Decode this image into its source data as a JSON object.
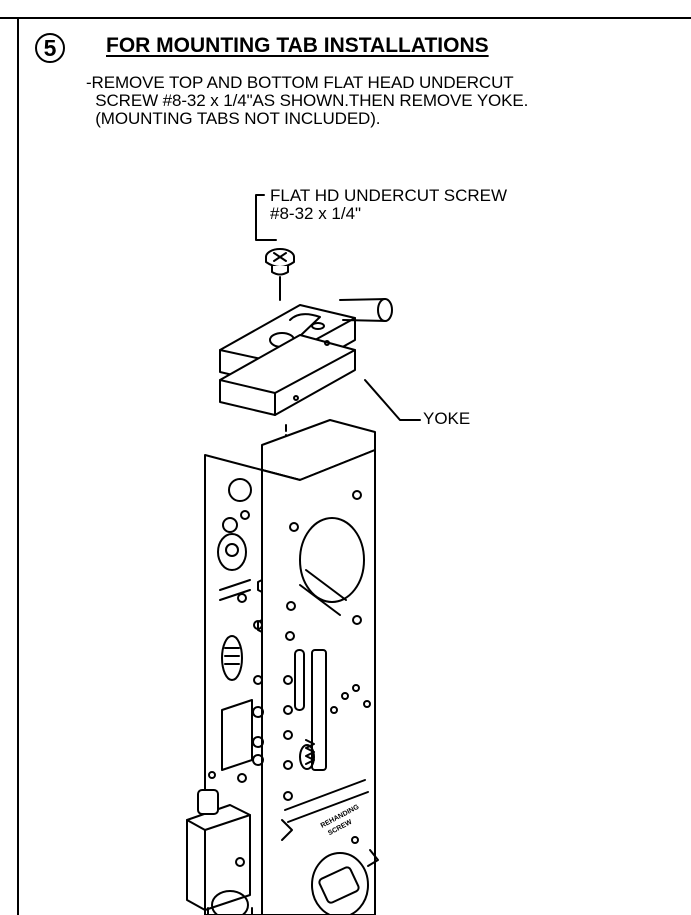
{
  "step": {
    "number": "5",
    "title": "FOR MOUNTING TAB INSTALLATIONS",
    "instructions": "-REMOVE TOP AND BOTTOM FLAT HEAD UNDERCUT\n  SCREW #8-32 x 1/4\"AS SHOWN.THEN REMOVE YOKE.\n  (MOUNTING TABS NOT INCLUDED)."
  },
  "callouts": {
    "screw": "FLAT HD UNDERCUT SCREW\n#8-32 x 1/4\"",
    "yoke": "YOKE"
  },
  "part_markings": {
    "screw_label_line1": "REHANDING",
    "screw_label_line2": "SCREW"
  }
}
